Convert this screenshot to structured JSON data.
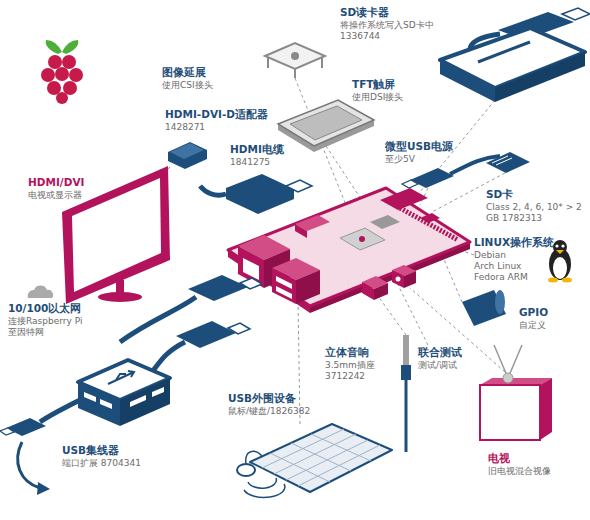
{
  "diagram": {
    "labels": [
      "图像延展",
      "使用CSI接头",
      "TFT触屏",
      "使用DSI接头",
      "SD读卡器",
      "将操作系统写入SD卡中 1336744",
      "HDMI-DVI-D适配器",
      "1428271",
      "HDMI电缆",
      "1841275",
      "微型USB电源",
      "至少5V",
      "SD卡",
      "Class 2, 4, 6, 10* > 2 GB 1782313",
      "HDMI/DVI",
      "电视或显示器",
      "LINUX操作系统",
      "Debian",
      "Arch Linux",
      "Fedora ARM",
      "10/100以太网",
      "连接Raspberry Pi 至因特网",
      "GPIO",
      "自定义",
      "立体音响",
      "3.5mm插座 3712242",
      "联合测试",
      "测试/调试",
      "USB外围设备",
      "鼠标/键盘/1826382",
      "电视",
      "旧电视混合视像",
      "USB集线器",
      "端口扩展 8704341"
    ]
  }
}
